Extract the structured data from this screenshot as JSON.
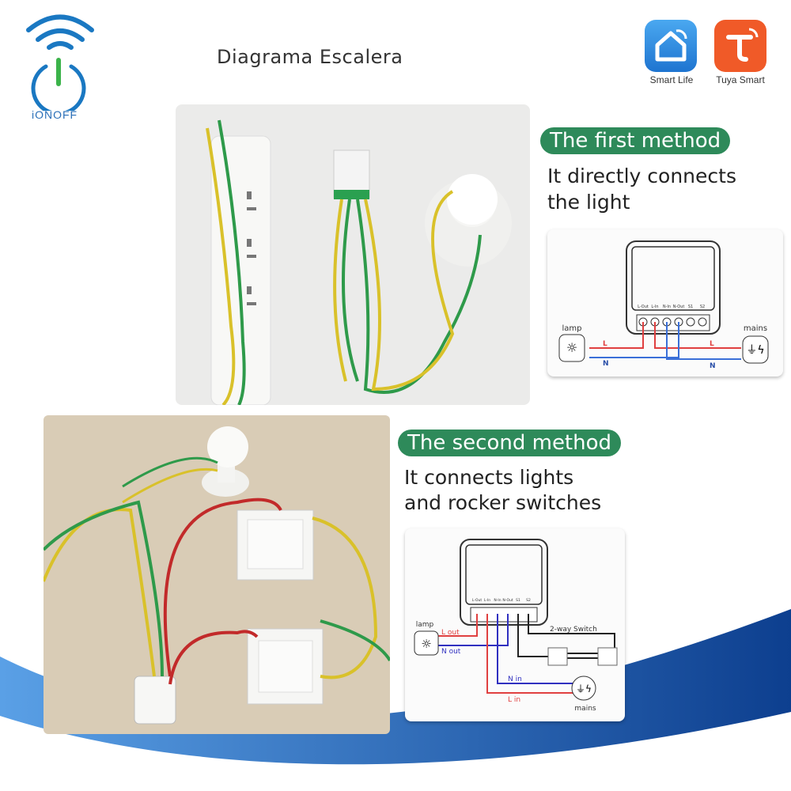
{
  "brand": {
    "logo_text": "iONOFF"
  },
  "header": {
    "title": "Diagrama Escalera"
  },
  "apps": [
    {
      "label": "Smart Life",
      "color": "#2f8fe0"
    },
    {
      "label": "Tuya Smart",
      "color": "#f05a28"
    }
  ],
  "method1": {
    "badge": "The first method",
    "line1": "It directly connects",
    "line2": "the light",
    "diagram": {
      "terminals": [
        "L-Out",
        "L-In",
        "N-In",
        "N-Out",
        "S1",
        "S2"
      ],
      "lamp": "lamp",
      "mains": "mains",
      "wire_l_left": "L",
      "wire_n_left": "N",
      "wire_l_right": "L",
      "wire_n_right": "N"
    }
  },
  "method2": {
    "badge": "The second method",
    "line1": "It connects lights",
    "line2": "and rocker switches",
    "diagram": {
      "terminals": [
        "L-Out",
        "L-In",
        "N-In",
        "N-Out",
        "S1",
        "S2"
      ],
      "lamp": "lamp",
      "mains": "mains",
      "l_out": "L out",
      "n_out": "N out",
      "n_in": "N in",
      "l_in": "L in",
      "switch_label": "2-way Switch"
    }
  },
  "colors": {
    "accent_green": "#2e8a5a",
    "wire_red": "#e04040",
    "wire_blue": "#3a6fd8",
    "wave_blue": "#1e63b8"
  }
}
